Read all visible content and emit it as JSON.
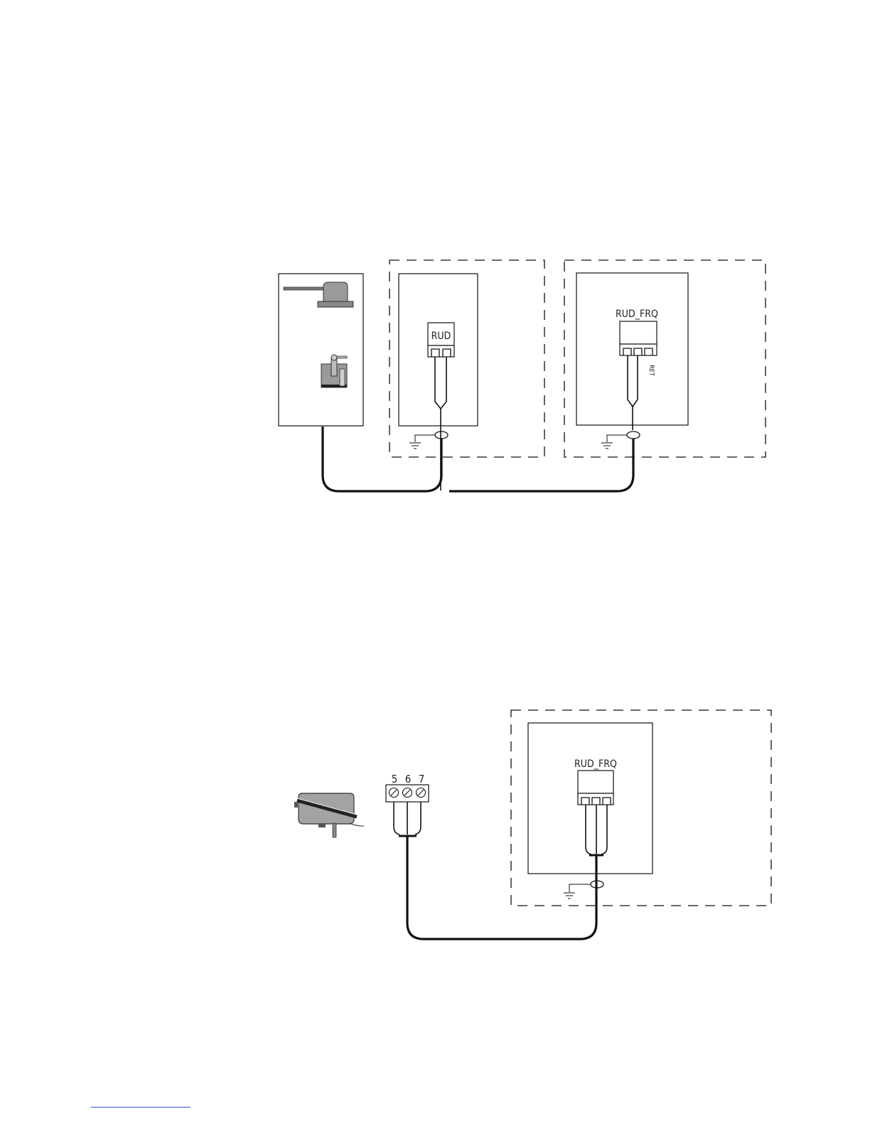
{
  "diagram1": {
    "connector_rud": "RUD",
    "connector_rud_frq": "RUD_FRQ",
    "vertical_tag": "RET"
  },
  "diagram2": {
    "terminals": [
      "5",
      "6",
      "7"
    ],
    "connector_rud_frq": "RUD_FRQ"
  },
  "colors": {
    "line": "#111111",
    "sensor_fill": "#9a9a9a",
    "footer_rule": "#3355cc"
  }
}
